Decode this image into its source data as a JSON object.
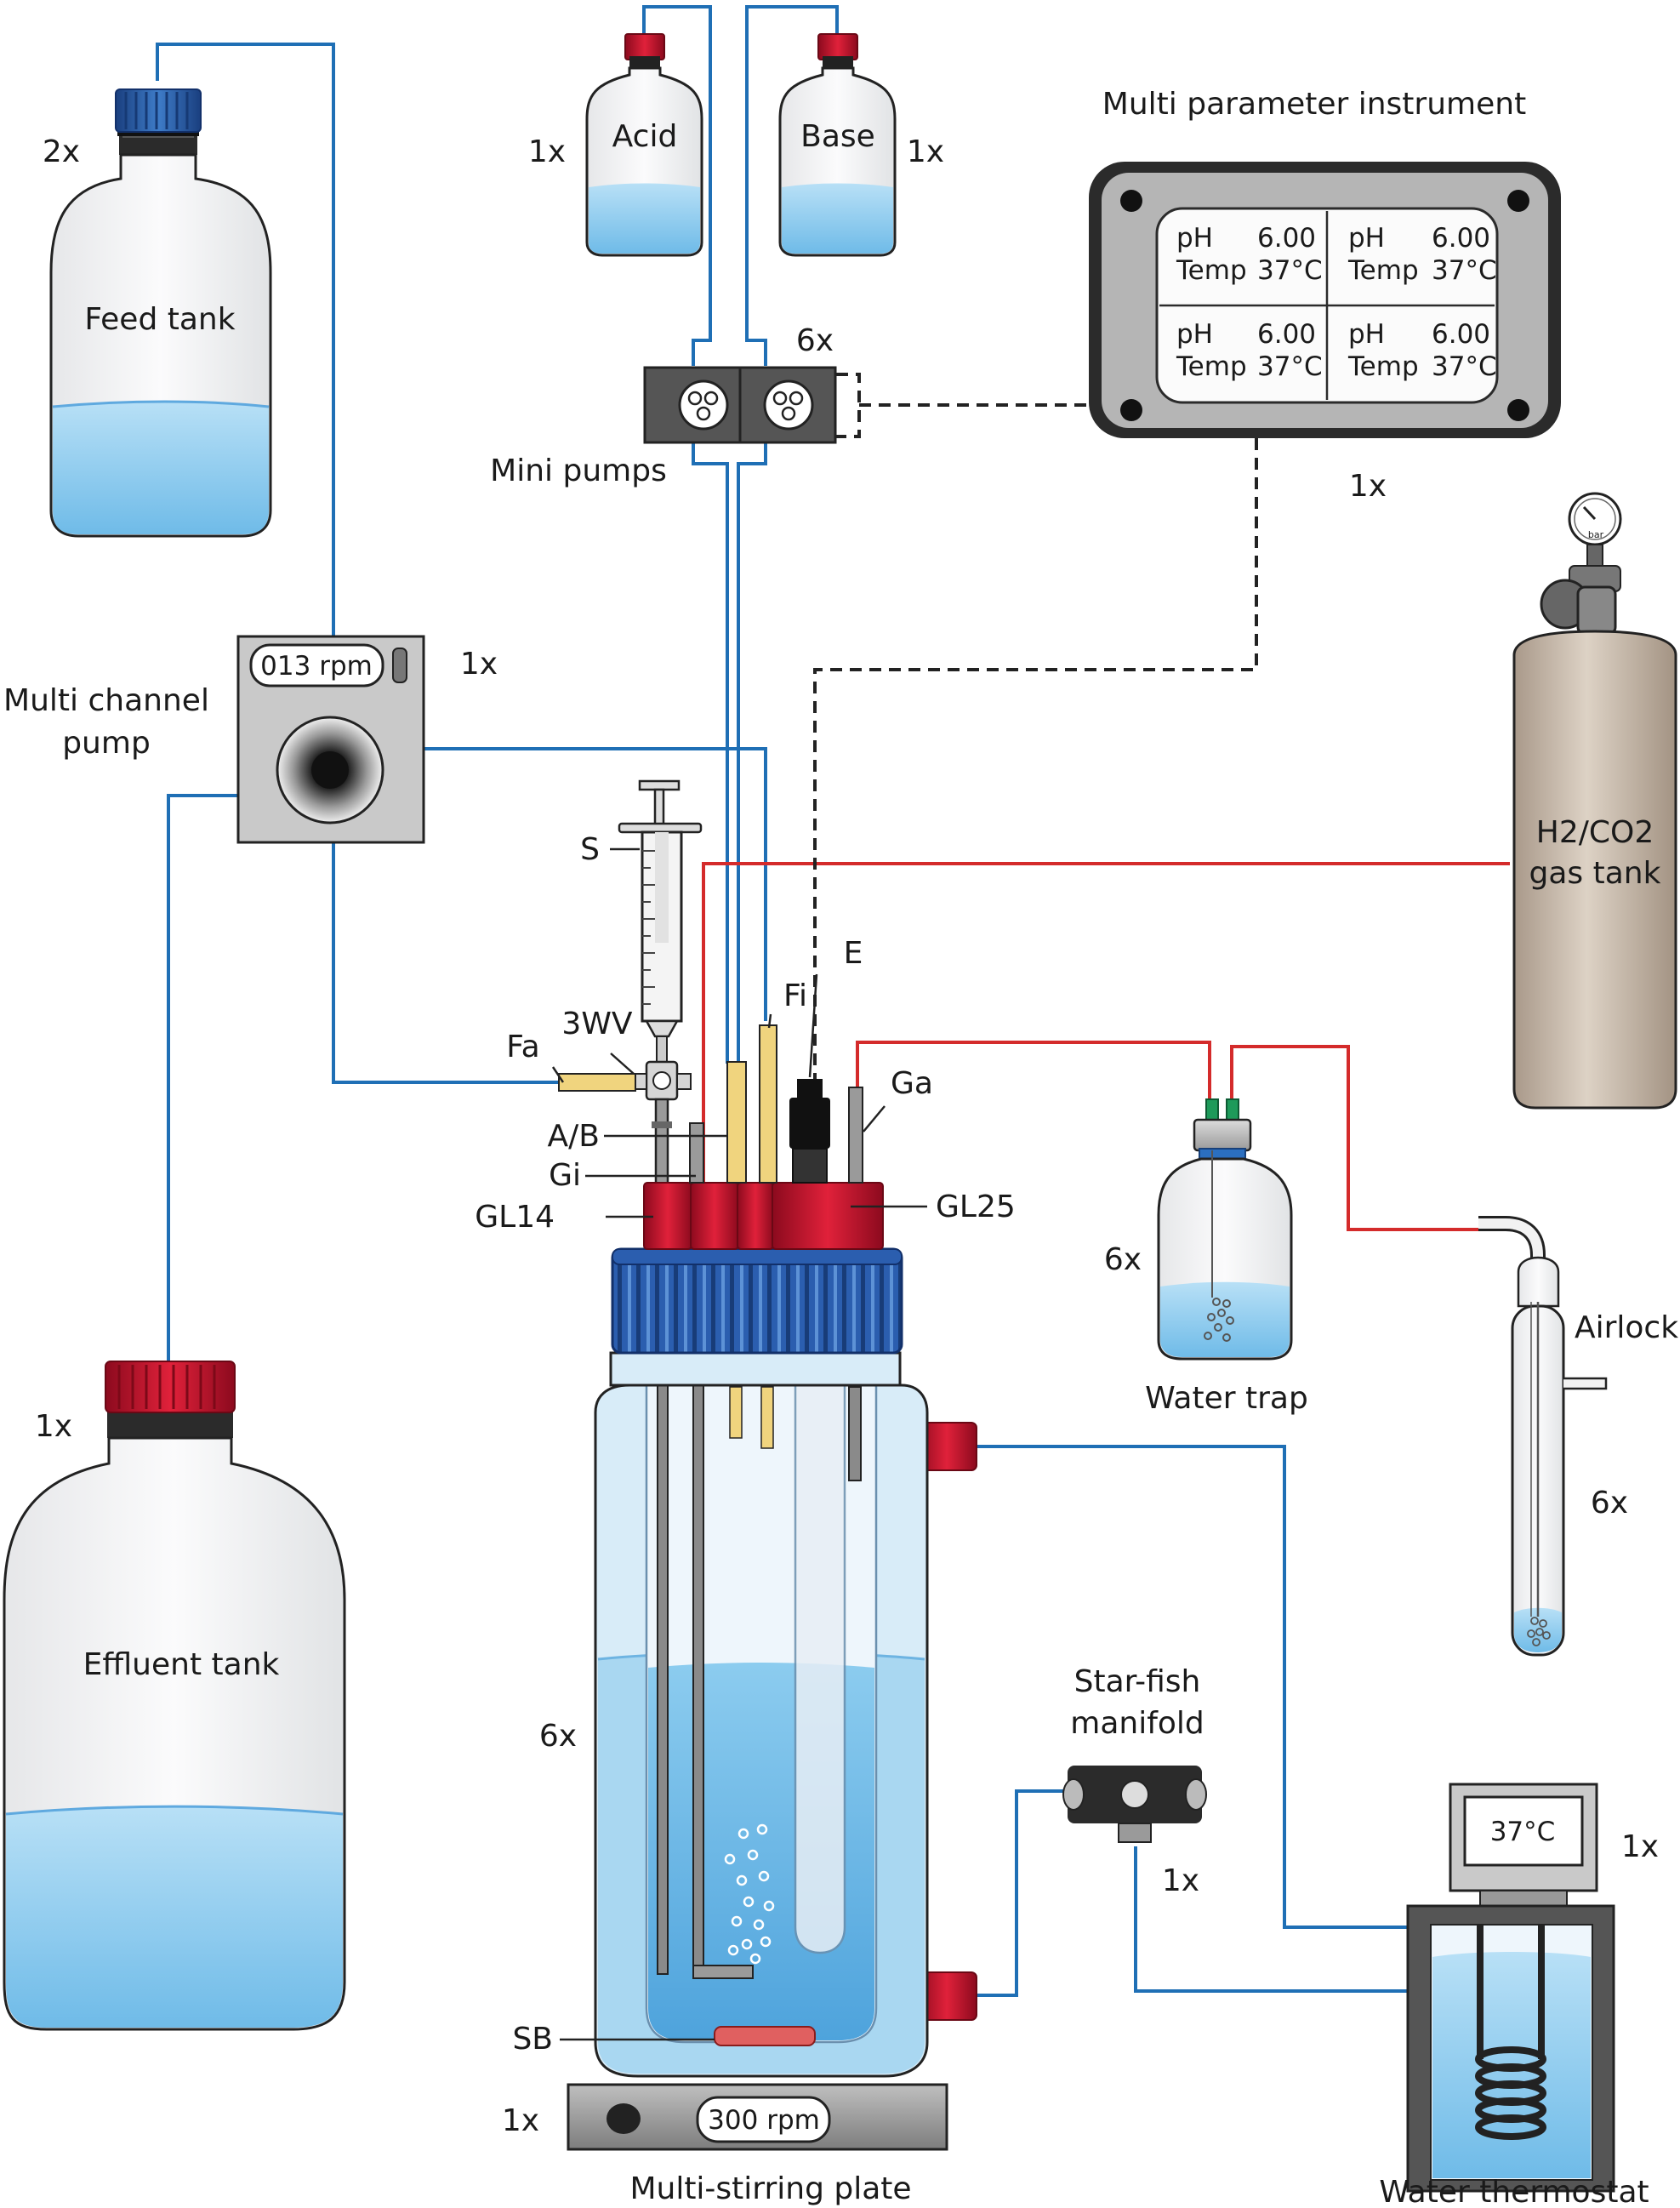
{
  "labels": {
    "feed_tank": "Feed tank",
    "feed_tank_count": "2x",
    "acid": "Acid",
    "acid_count": "1x",
    "base": "Base",
    "base_count": "1x",
    "mini_pumps": "Mini pumps",
    "mini_pumps_count": "6x",
    "instrument_title": "Multi parameter instrument",
    "instrument_count": "1x",
    "pump_line1": "Multi channel",
    "pump_line2": "pump",
    "pump_count": "1x",
    "pump_display": "013 rpm",
    "gas_tank_line1": "H2/CO2",
    "gas_tank_line2": "gas tank",
    "effluent_tank": "Effluent tank",
    "effluent_count": "1x",
    "water_trap": "Water trap",
    "water_trap_count": "6x",
    "airlock": "Airlock",
    "airlock_count": "6x",
    "starfish_line1": "Star-fish",
    "starfish_line2": "manifold",
    "starfish_count": "1x",
    "thermostat": "Water thermostat",
    "thermostat_count": "1x",
    "thermostat_display": "37°C",
    "stirring_plate": "Multi-stirring plate",
    "stirring_count": "1x",
    "stirring_display": "300 rpm",
    "reactor_count": "6x",
    "S": "S",
    "E": "E",
    "Fi": "Fi",
    "3WV": "3WV",
    "Fa": "Fa",
    "Ga": "Ga",
    "AB": "A/B",
    "Gi": "Gi",
    "GL14": "GL14",
    "GL25": "GL25",
    "SB": "SB"
  },
  "instrument_cells": [
    {
      "ph_label": "pH",
      "ph_value": "6.00",
      "temp_label": "Temp",
      "temp_value": "37°C"
    },
    {
      "ph_label": "pH",
      "ph_value": "6.00",
      "temp_label": "Temp",
      "temp_value": "37°C"
    },
    {
      "ph_label": "pH",
      "ph_value": "6.00",
      "temp_label": "Temp",
      "temp_value": "37°C"
    },
    {
      "ph_label": "pH",
      "ph_value": "6.00",
      "temp_label": "Temp",
      "temp_value": "37°C"
    }
  ],
  "gauge_label": "bar",
  "colors": {
    "liquid_tube": "#1f6fb5",
    "gas_tube": "#d42b2b",
    "signal_line": "#222222",
    "liquid": "#8fcbee",
    "cap_red": "#c8102e",
    "cap_blue": "#1d4f9c",
    "gas_cylinder": "#cdbfae"
  }
}
